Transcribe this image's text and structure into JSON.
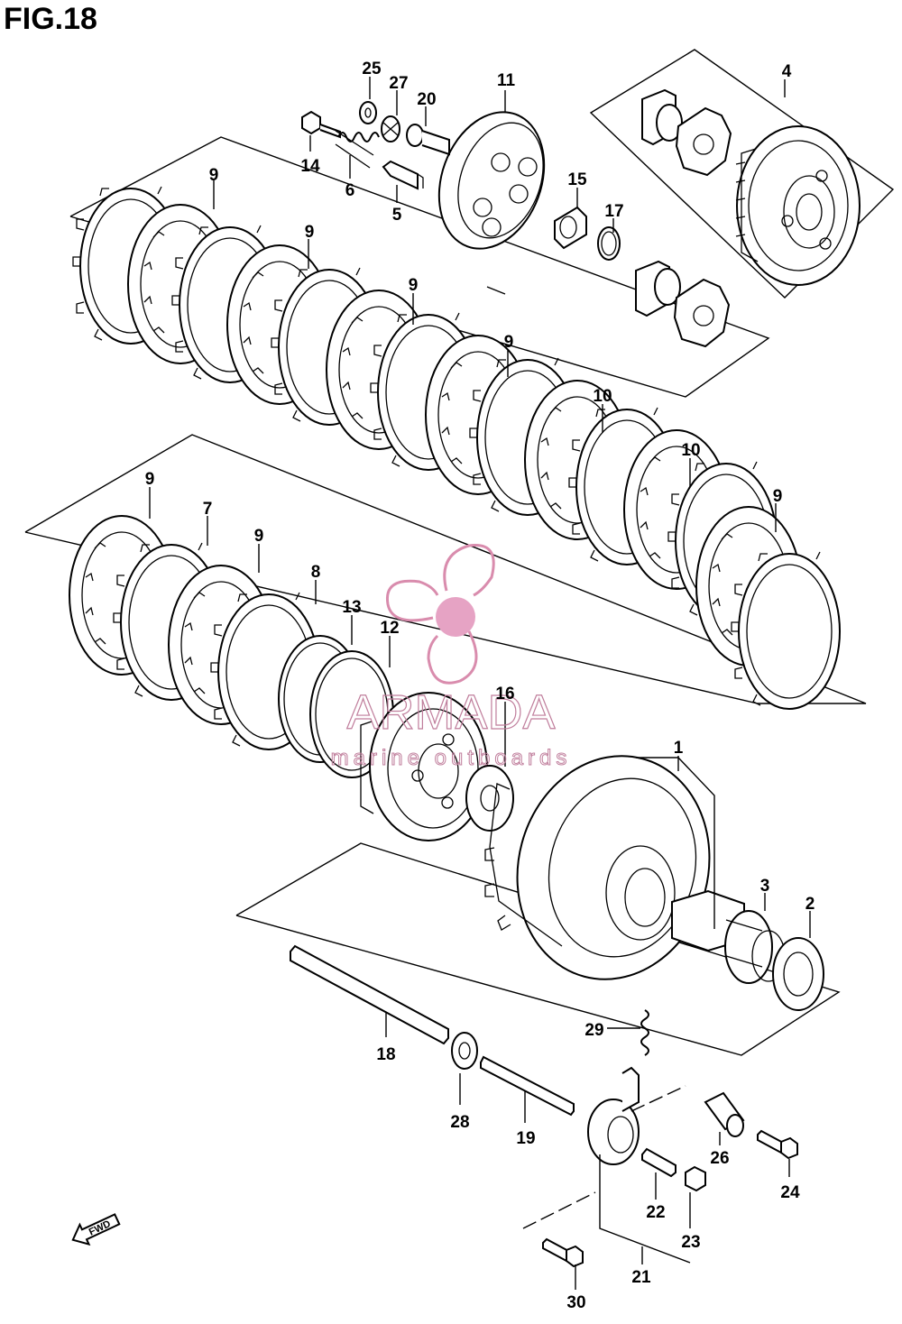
{
  "figure": {
    "title": "FIG.18"
  },
  "watermark": {
    "name": "ARMADA",
    "tagline": "marine outboards",
    "color": "#c07e9c"
  },
  "direction_badge": {
    "text": "FWD"
  },
  "parts": [
    {
      "number": "1",
      "ref": "clutch-housing"
    },
    {
      "number": "2",
      "ref": "washer-2"
    },
    {
      "number": "3",
      "ref": "needle-bearing"
    },
    {
      "number": "4",
      "ref": "primary-driven-gear-assembly"
    },
    {
      "number": "5",
      "ref": "spring-pin"
    },
    {
      "number": "6",
      "ref": "clutch-spring"
    },
    {
      "number": "7",
      "ref": "drive-plate-7"
    },
    {
      "number": "8",
      "ref": "drive-plate-8"
    },
    {
      "number": "9",
      "ref": "drive-plate-9"
    },
    {
      "number": "10",
      "ref": "driven-plate-10"
    },
    {
      "number": "11",
      "ref": "pressure-plate"
    },
    {
      "number": "12",
      "ref": "clutch-sleeve-hub"
    },
    {
      "number": "13",
      "ref": "spring-washer-13"
    },
    {
      "number": "14",
      "ref": "bolt-14"
    },
    {
      "number": "15",
      "ref": "bearing-15"
    },
    {
      "number": "16",
      "ref": "washer-16"
    },
    {
      "number": "17",
      "ref": "circlip-17"
    },
    {
      "number": "18",
      "ref": "push-rod-18"
    },
    {
      "number": "19",
      "ref": "push-rod-19"
    },
    {
      "number": "20",
      "ref": "release-rack"
    },
    {
      "number": "21",
      "ref": "release-cam-assembly"
    },
    {
      "number": "22",
      "ref": "screw-22"
    },
    {
      "number": "23",
      "ref": "nut-23"
    },
    {
      "number": "24",
      "ref": "bolt-24"
    },
    {
      "number": "25",
      "ref": "washer-25"
    },
    {
      "number": "26",
      "ref": "bushing-26"
    },
    {
      "number": "27",
      "ref": "lock-washer-27"
    },
    {
      "number": "28",
      "ref": "oil-seal-28"
    },
    {
      "number": "29",
      "ref": "spring-29"
    },
    {
      "number": "30",
      "ref": "bolt-30"
    }
  ]
}
